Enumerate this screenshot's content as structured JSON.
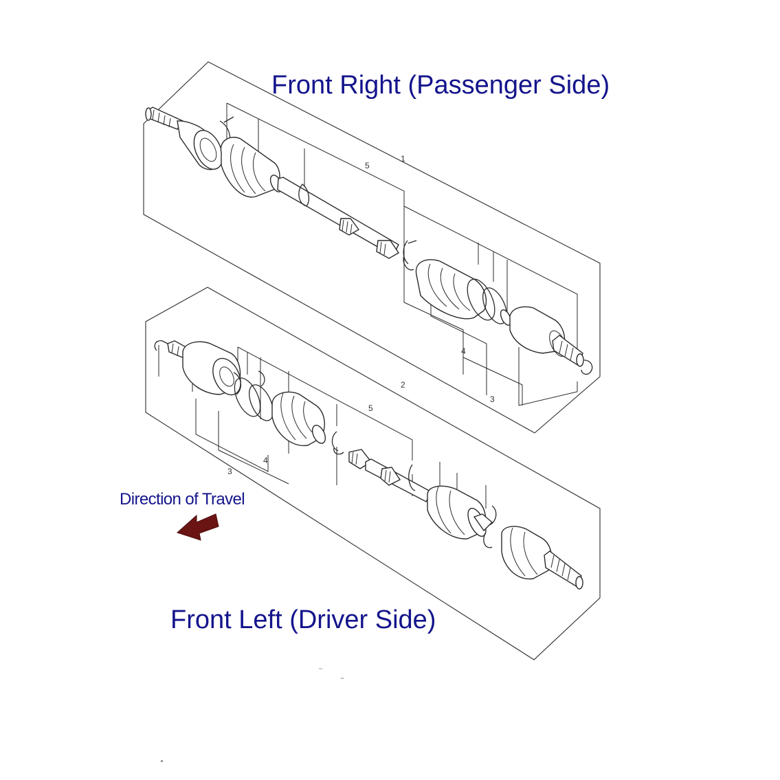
{
  "titles": {
    "front_right": "Front Right (Passenger Side)",
    "front_left": "Front Left (Driver Side)"
  },
  "direction": {
    "label": "Direction of Travel",
    "arrow_color": "#6b1414"
  },
  "callouts": {
    "right": {
      "assembly": "1",
      "shaft": "5",
      "boot_kit": "4",
      "joint_kit": "3"
    },
    "left": {
      "assembly": "2",
      "shaft": "5",
      "boot_kit": "4",
      "joint_kit": "3"
    }
  },
  "colors": {
    "title_text": "#14148c",
    "line_art": "#2a2a2a"
  }
}
